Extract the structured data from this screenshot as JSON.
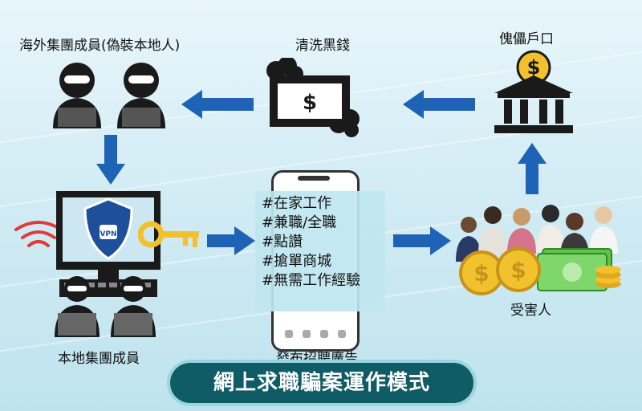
{
  "title": "網上求職騙案運作模式",
  "labels": {
    "overseas": "海外集團成員(偽裝本地人)",
    "launder": "清洗黑錢",
    "mule": "傀儡戶口",
    "local": "本地集團成員",
    "ad": "發布招聘廣告",
    "victims": "受害人",
    "vpn": "VPN",
    "dollar": "$"
  },
  "ad_lines": [
    "#在家工作",
    "#兼職/全職",
    "#點讚",
    "#搶單商城",
    "#無需工作經驗"
  ],
  "colors": {
    "arrow": "#1e63b5",
    "banner": "#0f5b66",
    "coin": "#f2c12e",
    "bill": "#62c24a",
    "shield": "#1d4f9a"
  },
  "icons": [
    "hacker-icon",
    "cash-icon",
    "bank-icon",
    "vpn-shield-icon",
    "key-icon",
    "wifi-icon",
    "phone-icon",
    "coin-icon",
    "cash-bundle-icon",
    "crowd-icon"
  ]
}
